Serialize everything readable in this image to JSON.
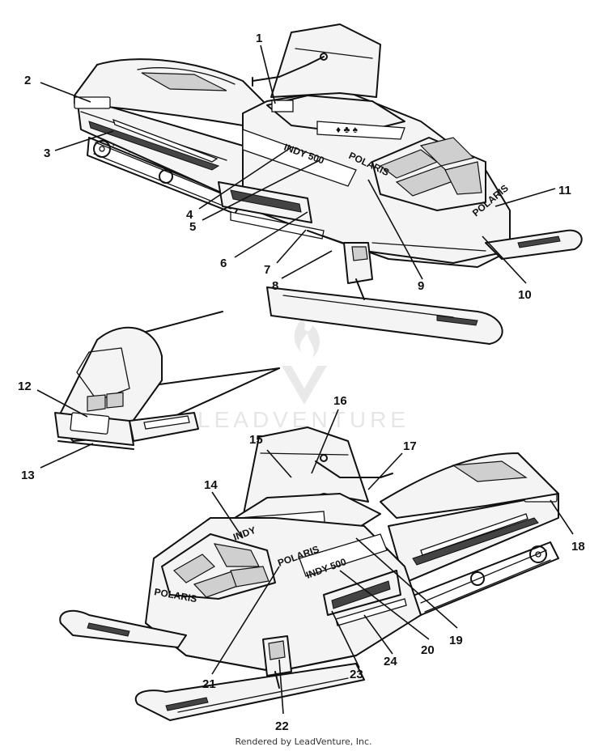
{
  "callouts": [
    {
      "id": "1",
      "label": "1"
    },
    {
      "id": "2",
      "label": "2"
    },
    {
      "id": "3",
      "label": "3"
    },
    {
      "id": "4",
      "label": "4"
    },
    {
      "id": "5",
      "label": "5"
    },
    {
      "id": "6",
      "label": "6"
    },
    {
      "id": "7",
      "label": "7"
    },
    {
      "id": "8",
      "label": "8"
    },
    {
      "id": "9",
      "label": "9"
    },
    {
      "id": "10",
      "label": "10"
    },
    {
      "id": "11",
      "label": "11"
    },
    {
      "id": "12",
      "label": "12"
    },
    {
      "id": "13",
      "label": "13"
    },
    {
      "id": "14",
      "label": "14"
    },
    {
      "id": "15",
      "label": "15"
    },
    {
      "id": "16",
      "label": "16"
    },
    {
      "id": "17",
      "label": "17"
    },
    {
      "id": "18",
      "label": "18"
    },
    {
      "id": "19",
      "label": "19"
    },
    {
      "id": "20",
      "label": "20"
    },
    {
      "id": "21",
      "label": "21"
    },
    {
      "id": "22",
      "label": "22"
    },
    {
      "id": "23",
      "label": "23"
    },
    {
      "id": "24",
      "label": "24"
    }
  ],
  "decals": {
    "model_top": "INDY 500",
    "brand_top": "POLARIS",
    "model_bottom": "INDY 500",
    "brand_bottom": "POLARIS",
    "hood_bottom": "INDY"
  },
  "watermark": {
    "text": "LEADVENTURE"
  },
  "footer": {
    "text": "Rendered by LeadVenture, Inc."
  }
}
